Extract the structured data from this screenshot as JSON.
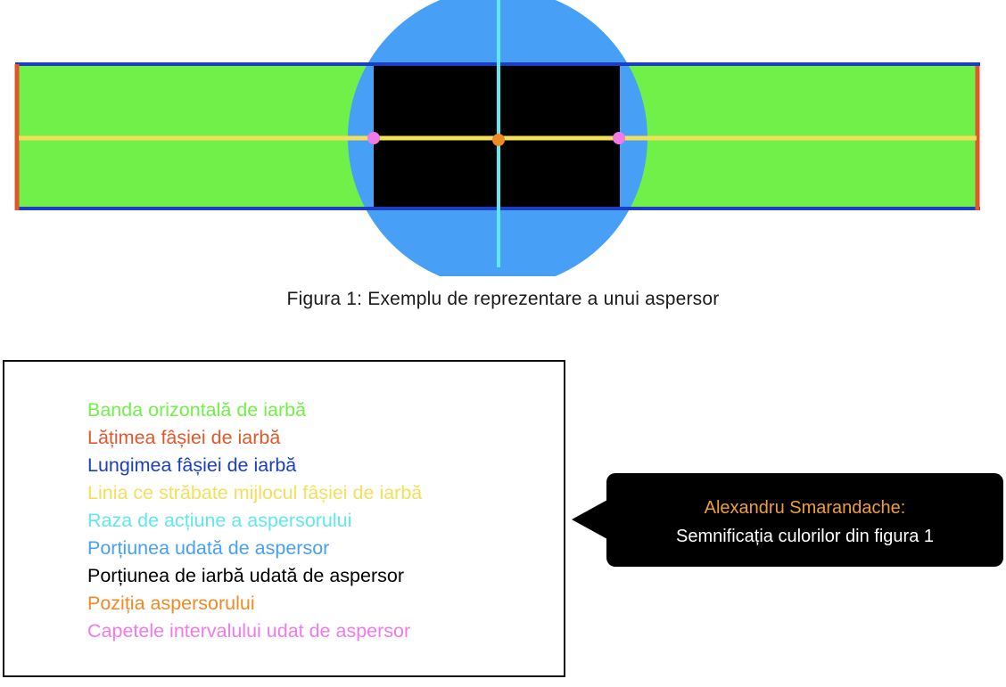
{
  "caption": "Figura 1: Exemplu de reprezentare a unui aspersor",
  "colors": {
    "grass": "#72f04a",
    "width_edge": "#e0582a",
    "length_edge": "#1a3fc4",
    "midline": "#f2e05a",
    "radius": "#5ee8f0",
    "watered_area": "#47a0f5",
    "watered_grass": "#000000",
    "sprinkler": "#f08a25",
    "endpoints": "#f07be8"
  },
  "legend": [
    {
      "text": "Banda orizontală de iarbă",
      "color": "#72f04a"
    },
    {
      "text": "Lățimea fâșiei de iarbă",
      "color": "#e0582a"
    },
    {
      "text": "Lungimea fâșiei de iarbă",
      "color": "#1a3fc4"
    },
    {
      "text": "Linia ce străbate mijlocul fâșiei de iarbă",
      "color": "#f2e05a"
    },
    {
      "text": "Raza de acțiune a aspersorului",
      "color": "#5ee8f0"
    },
    {
      "text": "Porțiunea udată de aspersor",
      "color": "#47a0f5"
    },
    {
      "text": "Porțiunea de iarbă udată de aspersor",
      "color": "#000000"
    },
    {
      "text": "Poziția aspersorului",
      "color": "#f08a25"
    },
    {
      "text": "Capetele intervalului udat de aspersor",
      "color": "#f07be8"
    }
  ],
  "note": {
    "title": "Alexandru Smarandache:",
    "text": "Semnificația culorilor din figura 1"
  }
}
